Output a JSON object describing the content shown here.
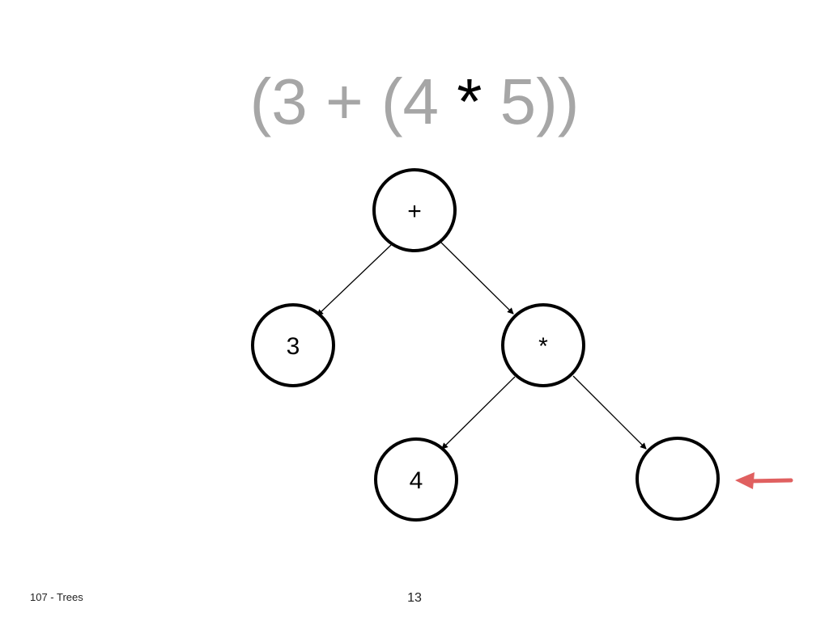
{
  "expression": {
    "before": "(3 + (4 ",
    "highlight": "*",
    "after": " 5))"
  },
  "tree": {
    "nodes": [
      {
        "id": "plus",
        "label": "+"
      },
      {
        "id": "three",
        "label": "3"
      },
      {
        "id": "times",
        "label": "*"
      },
      {
        "id": "four",
        "label": "4"
      },
      {
        "id": "empty",
        "label": ""
      }
    ],
    "edges": [
      {
        "from": "plus",
        "to": "three"
      },
      {
        "from": "plus",
        "to": "times"
      },
      {
        "from": "times",
        "to": "four"
      },
      {
        "from": "times",
        "to": "empty"
      }
    ]
  },
  "pointer": {
    "icon": "left-arrow-icon",
    "color": "#e06060",
    "target": "empty"
  },
  "footer": {
    "course": "107 - Trees",
    "page_number": "13"
  }
}
